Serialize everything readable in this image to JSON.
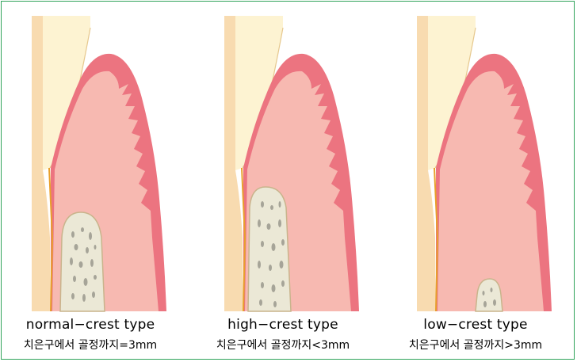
{
  "panels": [
    {
      "id": "normal",
      "title": "normal−crest type",
      "desc": "치은구에서 골정까지=3mm",
      "bone_level": "normal"
    },
    {
      "id": "high",
      "title": "high−crest type",
      "desc": "치은구에서 골정까지<3mm",
      "bone_level": "high"
    },
    {
      "id": "low",
      "title": "low−crest type",
      "desc": "치은구에서 골정까지>3mm",
      "bone_level": "low"
    }
  ],
  "colors": {
    "frame": "#2fa35a",
    "enamel": "#fdf3d2",
    "root": "#f8dbb0",
    "gingiva_outer": "#ec7480",
    "gingiva_inner": "#f7b9b1",
    "bone": "#ebe8d6",
    "bone_outline": "#c9b48c",
    "pdl_line": "#e8a02c"
  }
}
